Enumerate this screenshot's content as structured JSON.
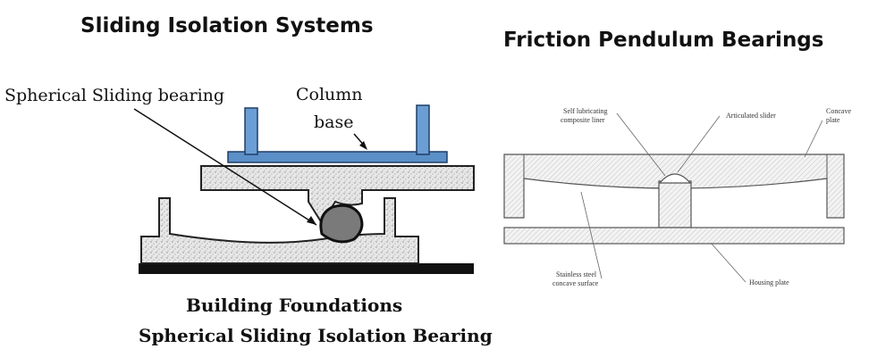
{
  "titles": {
    "left": "Sliding Isolation Systems",
    "right": "Friction Pendulum Bearings"
  },
  "left_diagram": {
    "label_bearing": "Spherical Sliding bearing",
    "label_column_line1": "Column",
    "label_column_line2": "base",
    "caption_line1": "Building Foundations",
    "caption_line2": "Spherical Sliding Isolation Bearing"
  },
  "right_diagram": {
    "liner_line1": "Self lubricating",
    "liner_line2": "composite liner",
    "slider": "Articulated slider",
    "plate_line1": "Concave",
    "plate_line2": "plate",
    "surface_line1": "Stainless steel",
    "surface_line2": "concave surface",
    "housing": "Housing plate"
  },
  "colors": {
    "concrete_fill": "#e6e6e6",
    "steel_plate": "#5b8fc7",
    "bearing_ball": "#7a7a7a",
    "ground": "#111111",
    "hatch": "#c9c9c9",
    "pendulum_outline": "#555555"
  }
}
